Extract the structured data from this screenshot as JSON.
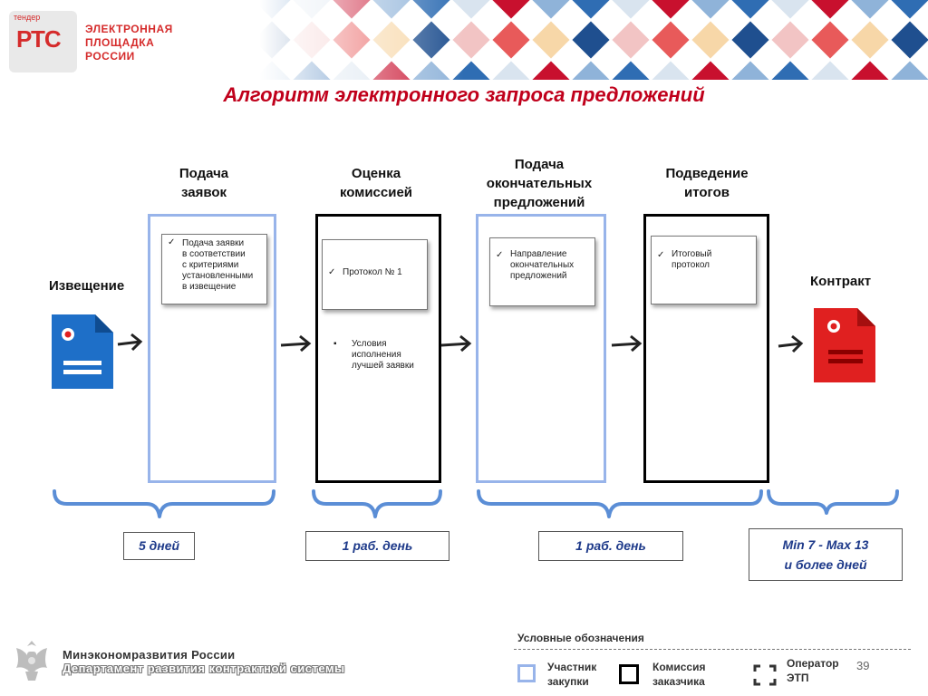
{
  "header": {
    "logo_small": "тендер",
    "logo_big": "РТС",
    "logo_lines": [
      "ЭЛЕКТРОННАЯ",
      "ПЛОЩАДКА",
      "РОССИИ"
    ],
    "title": "Алгоритм электронного запроса предложений"
  },
  "start": {
    "label": "Извещение",
    "icon": "document-blue-icon",
    "color": "#1e6fc8"
  },
  "end": {
    "label": "Контракт",
    "icon": "document-red-icon",
    "color": "#e02020"
  },
  "stages": [
    {
      "title_lines": [
        "Подача",
        "заявок"
      ],
      "owner": "participant",
      "check_lines": [
        "Подача заявки",
        "в соответствии",
        "с критериями",
        "установленными",
        "в извещение"
      ],
      "bullet_lines": []
    },
    {
      "title_lines": [
        "Оценка",
        "комиссией"
      ],
      "owner": "commission",
      "check_lines": [
        "Протокол № 1"
      ],
      "bullet_lines": [
        "Условия",
        "исполнения",
        "лучшей заявки"
      ]
    },
    {
      "title_lines": [
        "Подача",
        "окончательных",
        "предложений"
      ],
      "owner": "participant",
      "check_lines": [
        "Направление",
        "окончательных",
        "предложений"
      ],
      "bullet_lines": []
    },
    {
      "title_lines": [
        "Подведение",
        "итогов"
      ],
      "owner": "commission",
      "check_lines": [
        "Итоговый",
        "протокол"
      ],
      "bullet_lines": []
    }
  ],
  "durations": [
    {
      "lines": [
        "5 дней"
      ]
    },
    {
      "lines": [
        "1 раб. день"
      ]
    },
    {
      "lines": [
        "1 раб. день"
      ]
    },
    {
      "lines": [
        "Min 7 - Max 13",
        "и более дней"
      ]
    }
  ],
  "footer": {
    "ministry": "Минэкономразвития России",
    "department": "Департамент развития контрактной системы",
    "page_number": "39"
  },
  "legend": {
    "title": "Условные обозначения",
    "items": [
      {
        "lines": [
          "Участник",
          "закупки"
        ],
        "color": "#98b4ea"
      },
      {
        "lines": [
          "Комиссия",
          "заказчика"
        ],
        "color": "#000000"
      },
      {
        "lines": [
          "Оператор",
          "ЭТП"
        ],
        "color": "#333333"
      }
    ]
  },
  "colors": {
    "title_red": "#c0001b",
    "participant_blue": "#98b4ea",
    "duration_text": "#1e3a8a",
    "bracket_blue": "#5b8ed6"
  }
}
